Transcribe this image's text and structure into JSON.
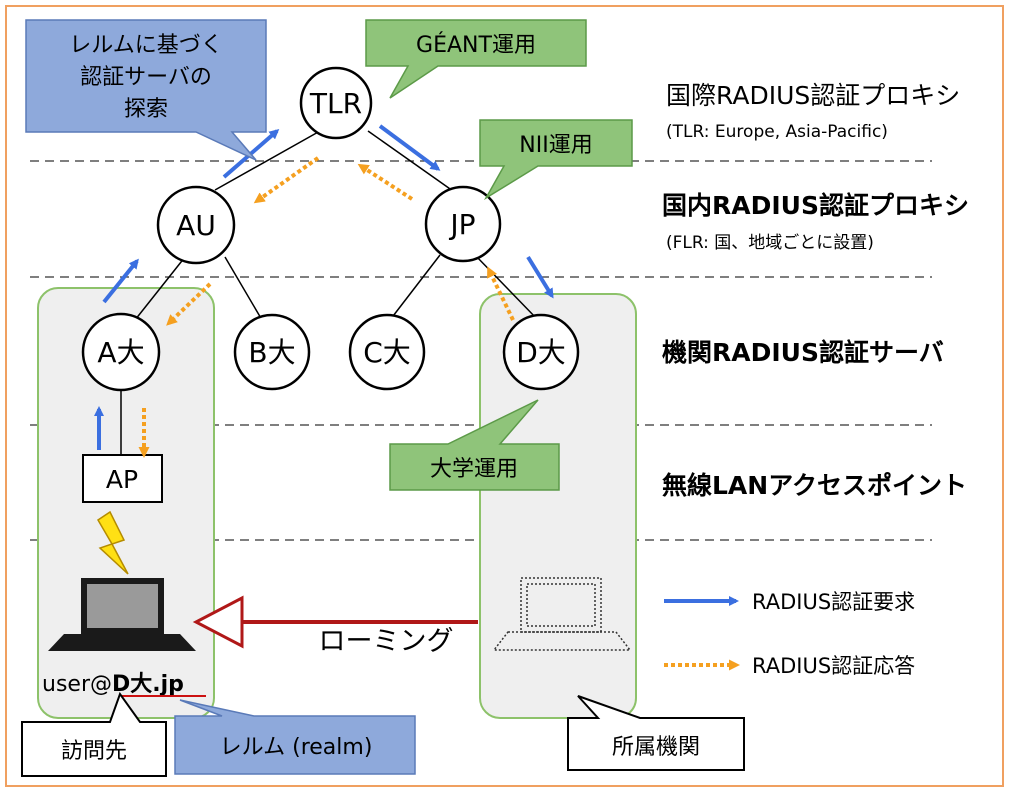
{
  "nodes": {
    "tlr": "TLR",
    "au": "AU",
    "jp": "JP",
    "a": "A大",
    "b": "B大",
    "c": "C大",
    "d": "D大",
    "ap": "AP"
  },
  "layers": {
    "intl_title": "国際RADIUS認証プロキシ",
    "intl_sub": "(TLR: Europe, Asia-Pacific)",
    "national_title": "国内RADIUS認証プロキシ",
    "national_sub": "(FLR: 国、地域ごとに設置)",
    "institution": "機関RADIUS認証サーバ",
    "wlan": "無線LANアクセスポイント"
  },
  "callouts": {
    "realm_search": [
      "レルムに基づく",
      "認証サーバの",
      "探索"
    ],
    "geant": "GÉANT運用",
    "nii": "NII運用",
    "univ": "大学運用",
    "visited": "訪問先",
    "realm": "レルム (realm)",
    "home": "所属機関"
  },
  "user": {
    "prefix": "user@",
    "domain": "D大.jp"
  },
  "roaming": "ローミング",
  "legend": {
    "request": "RADIUS認証要求",
    "response": "RADIUS認証応答"
  },
  "colors": {
    "border": "#f0a060",
    "request": "#3b6fe0",
    "response": "#f5a020",
    "roaming_arrow": "#b01818",
    "green_fill": "#8fc47a",
    "blue_fill": "#8ea9db",
    "panel_fill": "#efefef",
    "panel_stroke": "#8dc26a"
  }
}
